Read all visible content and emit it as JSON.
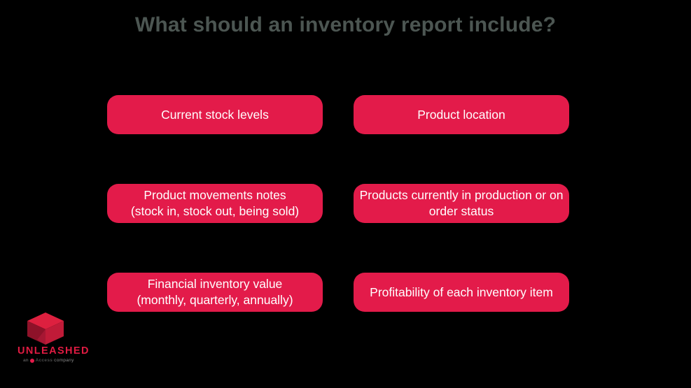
{
  "title": "What should an inventory report include?",
  "boxes": [
    {
      "label": "Current stock levels"
    },
    {
      "label": "Product location"
    },
    {
      "label": "Product movements notes\n(stock in, stock out, being sold)"
    },
    {
      "label": "Products currently in production or on\norder status"
    },
    {
      "label": "Financial inventory value\n(monthly, quarterly, annually)"
    },
    {
      "label": "Profitability of each inventory item"
    }
  ],
  "logo": {
    "brand": "UNLEASHED",
    "tagline_prefix": "an",
    "tagline_name": "Access",
    "tagline_suffix": "company",
    "cube_icon": "unleashed-cube-icon",
    "access_icon": "access-circle-icon"
  },
  "colors": {
    "background": "#000000",
    "box_fill": "#e31b4a",
    "box_text": "#ffffff",
    "title_text": "#4c5652",
    "brand_red": "#e01b42",
    "cube_top": "#dd203f",
    "cube_left": "#8e1229",
    "cube_right": "#c01b38"
  }
}
